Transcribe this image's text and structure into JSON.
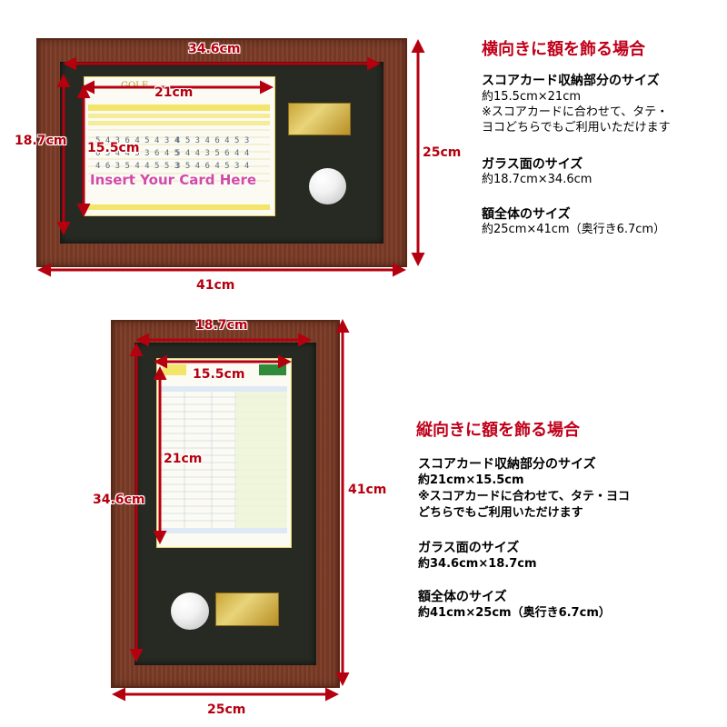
{
  "horizontal": {
    "heading": "横向きに額を飾る場合",
    "card_area_title": "スコアカード収納部分のサイズ",
    "card_area_value": "約15.5cm×21cm",
    "note_line1": "※スコアカードに合わせて、タテ・",
    "note_line2": "ヨコどちらでもご利用いただけます",
    "glass_title": "ガラス面のサイズ",
    "glass_value": "約18.7cm×34.6cm",
    "overall_title": "額全体のサイズ",
    "overall_value": "約25cm×41cm（奥行き6.7cm）",
    "dim_glass_width": "34.6cm",
    "dim_card_width": "21cm",
    "dim_glass_height": "18.7cm",
    "dim_card_height": "15.5cm",
    "dim_frame_height": "25cm",
    "dim_frame_width": "41cm",
    "insert_text": "Insert Your Card Here"
  },
  "vertical": {
    "heading": "縦向きに額を飾る場合",
    "card_area_title": "スコアカード収納部分のサイズ",
    "card_area_value": "約21cm×15.5cm",
    "note_line1": "※スコアカードに合わせて、タテ・ヨコ",
    "note_line2": "どちらでもご利用いただけます",
    "glass_title": "ガラス面のサイズ",
    "glass_value": "約34.6cm×18.7cm",
    "overall_title": "額全体のサイズ",
    "overall_value": "約41cm×25cm（奥行き6.7cm）",
    "dim_glass_width": "18.7cm",
    "dim_card_width": "15.5cm",
    "dim_card_height": "21cm",
    "dim_glass_height": "34.6cm",
    "dim_frame_height": "41cm",
    "dim_frame_width": "25cm"
  },
  "colors": {
    "accent": "#c0001a",
    "frame": "#7a3b26",
    "mat": "#262a22",
    "card_border": "#e6d15a"
  }
}
